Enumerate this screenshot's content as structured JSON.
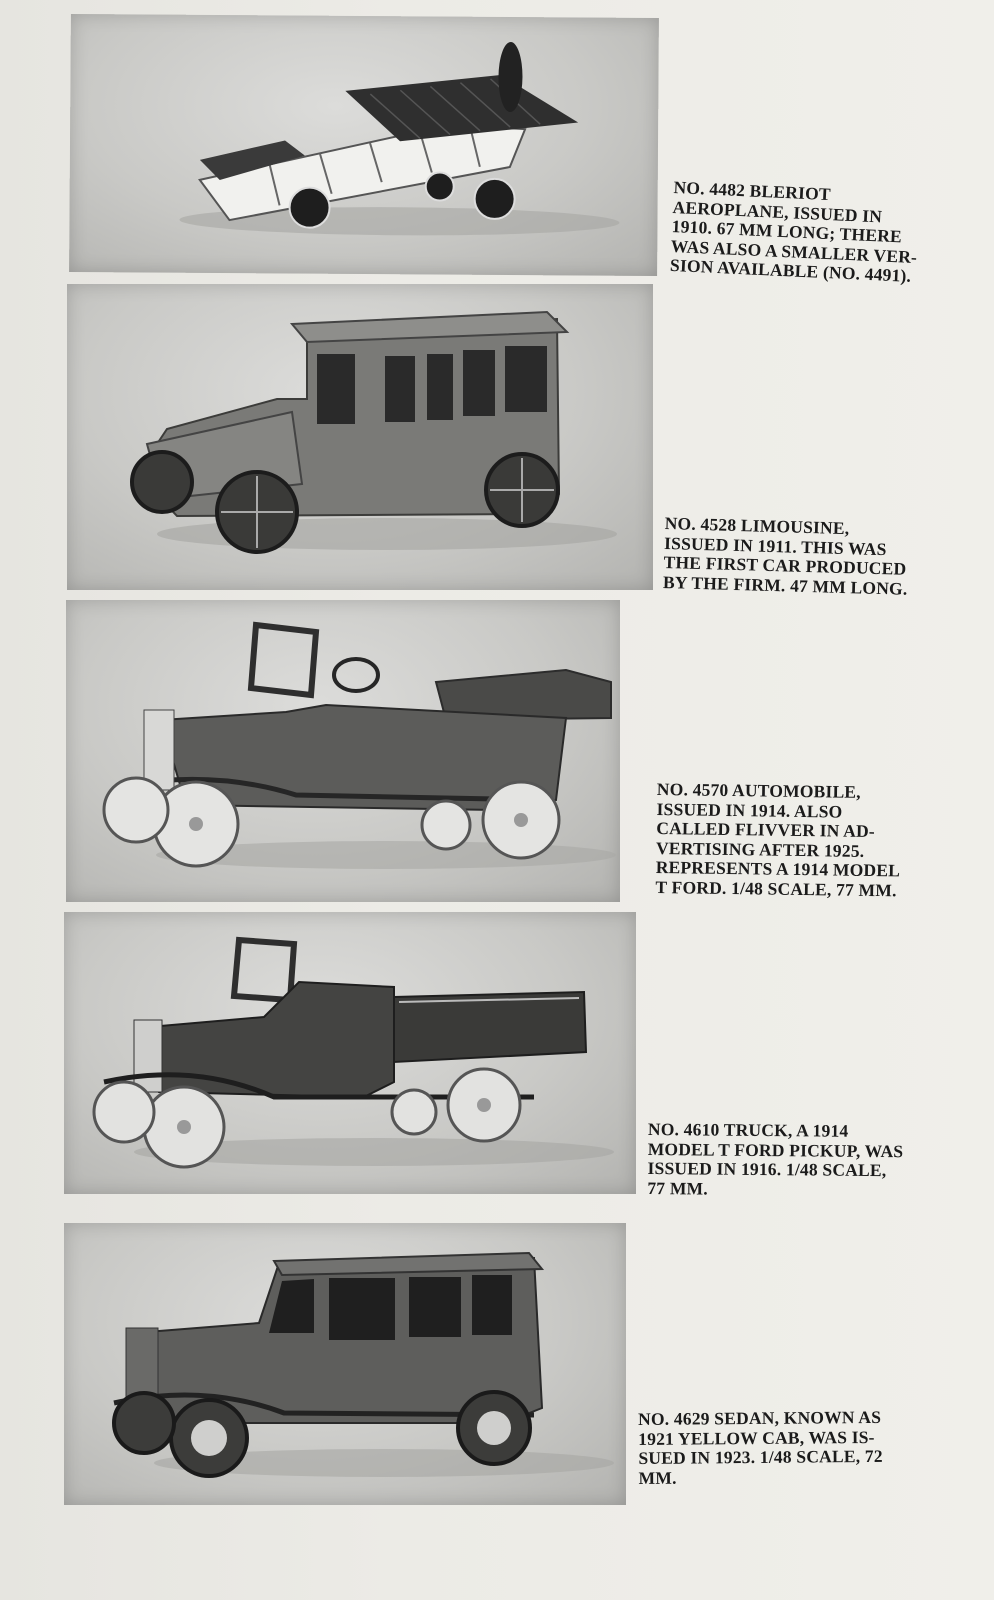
{
  "items": [
    {
      "caption": "NO. 4482 BLERIOT\nAEROPLANE, ISSUED IN\n1910. 67 MM LONG; THERE\nWAS ALSO A SMALLER VER-\nSION AVAILABLE (NO. 4491)."
    },
    {
      "caption": "NO. 4528 LIMOUSINE,\nISSUED IN 1911. THIS WAS\nTHE FIRST CAR PRODUCED\nBY THE FIRM. 47 MM LONG."
    },
    {
      "caption": "NO. 4570 AUTOMOBILE,\nISSUED IN 1914. ALSO\nCALLED FLIVVER IN AD-\nVERTISING AFTER 1925.\nREPRESENTS A 1914 MODEL\nT FORD. 1/48 SCALE, 77 MM."
    },
    {
      "caption": "NO. 4610 TRUCK, A 1914\nMODEL T FORD PICKUP, WAS\nISSUED IN 1916. 1/48 SCALE,\n77 MM."
    },
    {
      "caption": "NO. 4629 SEDAN, KNOWN AS\n1921 YELLOW CAB, WAS IS-\nSUED IN 1923. 1/48 SCALE, 72\nMM."
    }
  ]
}
